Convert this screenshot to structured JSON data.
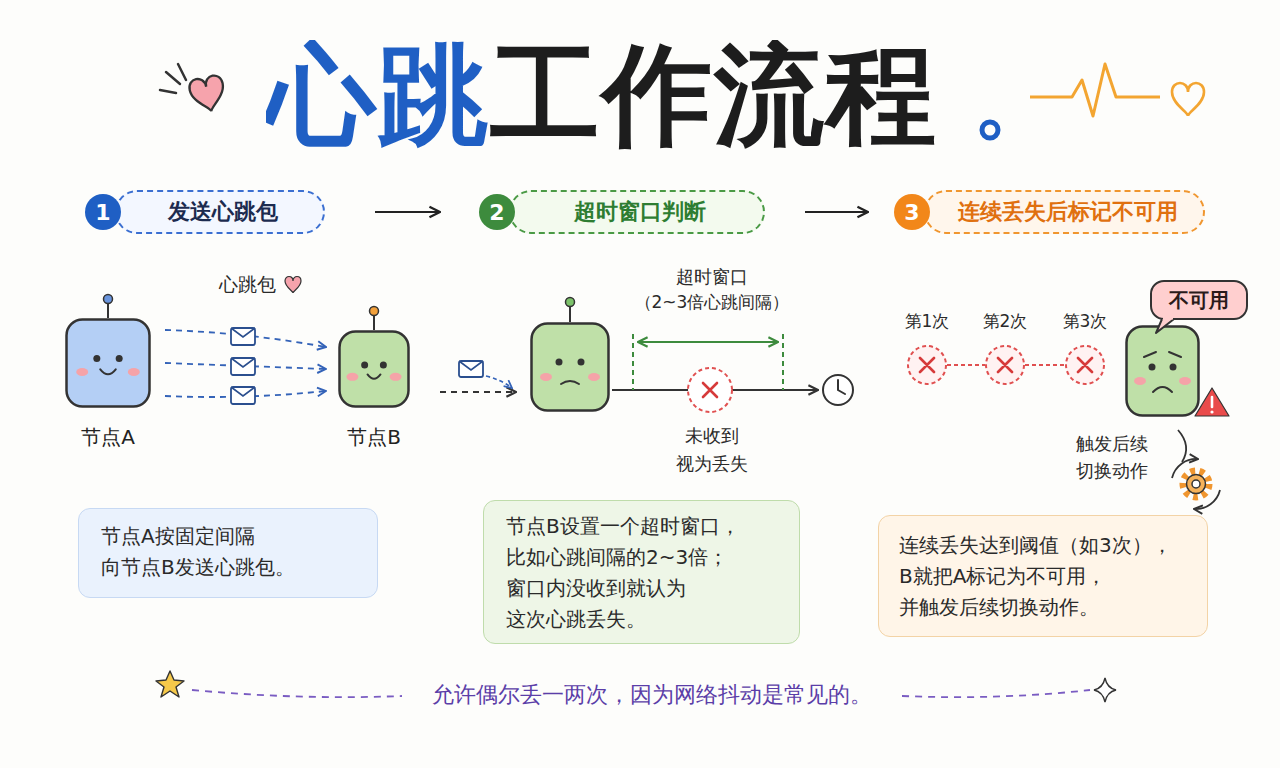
{
  "diagram": {
    "title": "心跳工作流程",
    "caption": "允许偶尔丢一两次，因为网络抖动是常见的。",
    "nodes": [
      {
        "text": [
          "发送心跳包"
        ]
      },
      {
        "text": [
          "1"
        ],
        "in": 0
      },
      {
        "text": [
          "超时窗口判断"
        ]
      },
      {
        "text": [
          "2"
        ],
        "in": 2
      },
      {
        "text": [
          "连续丢失后标记不可用"
        ]
      },
      {
        "text": [
          "3"
        ],
        "in": 4
      },
      {
        "text": [
          "节点A"
        ]
      },
      {
        "text": [
          "节点B"
        ]
      },
      {
        "text": [
          "不可用"
        ]
      },
      {
        "text": [
          "节点A按固定间隔 向节点B发送心跳包。"
        ]
      },
      {
        "text": [
          "节点B设置一个超时窗口， 比如心跳间隔的2~3倍； 窗口内没收到就认为 这次心跳丢失。"
        ]
      },
      {
        "text": [
          "连续丢失达到阈值（如3次）， B就把A标记为不可用， 并触发后续切换动作。"
        ]
      }
    ],
    "edges": [
      {
        "from": 0,
        "to": 2,
        "arrow": "to"
      },
      {
        "from": 2,
        "to": 4,
        "arrow": "to"
      },
      {
        "from": 6,
        "to": 7,
        "arrow": "to"
      },
      {
        "from": 6,
        "to": 7,
        "arrow": "to"
      },
      {
        "from": 6,
        "to": 7,
        "arrow": "to"
      }
    ],
    "labels": [
      "心跳包",
      "超时窗口",
      "（2~3倍心跳间隔）",
      "未收到 视为丢失",
      "第1次",
      "第2次",
      "第3次",
      "触发后续 切换动作"
    ]
  }
}
